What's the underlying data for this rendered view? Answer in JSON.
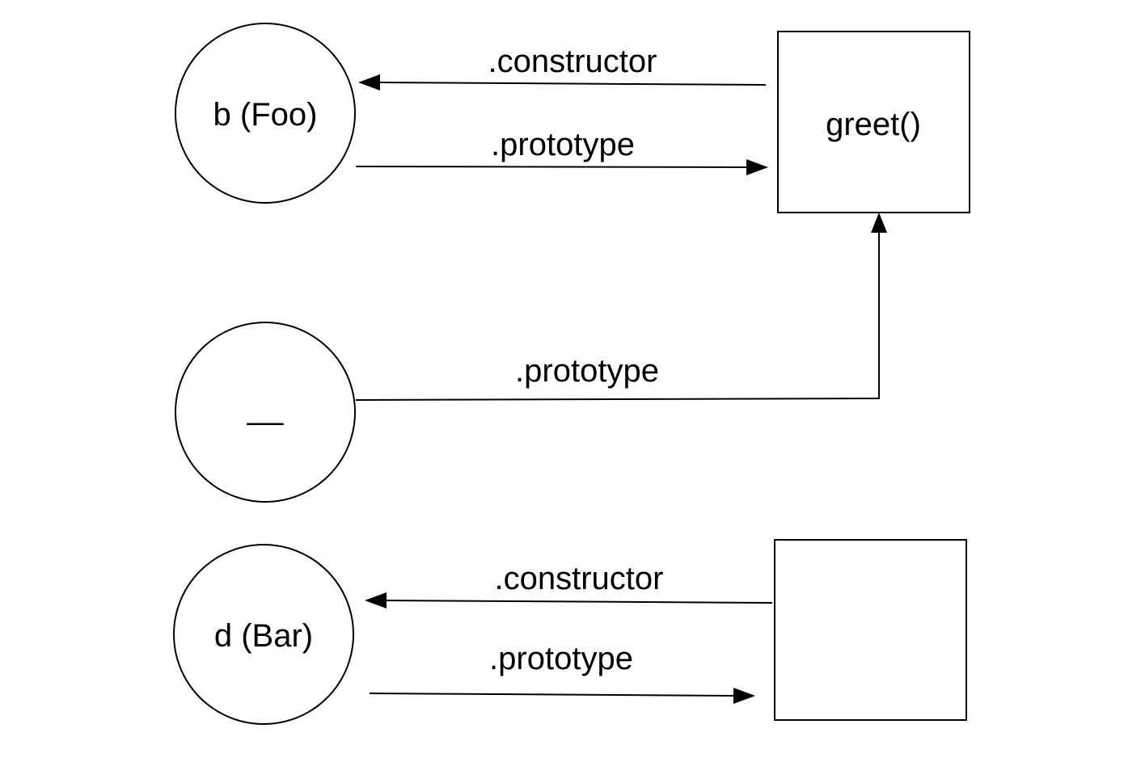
{
  "nodes": {
    "foo": {
      "label": "b (Foo)"
    },
    "foo_proto": {
      "label": "greet()"
    },
    "anon": {
      "label": "__"
    },
    "bar": {
      "label": "d (Bar)"
    },
    "bar_proto": {
      "label": ""
    }
  },
  "edges": {
    "foo_constructor": {
      "label": ".constructor"
    },
    "foo_prototype": {
      "label": ".prototype"
    },
    "anon_prototype": {
      "label": ".prototype"
    },
    "bar_constructor": {
      "label": ".constructor"
    },
    "bar_prototype": {
      "label": ".prototype"
    }
  },
  "colors": {
    "stroke": "#000000",
    "background": "#ffffff"
  }
}
